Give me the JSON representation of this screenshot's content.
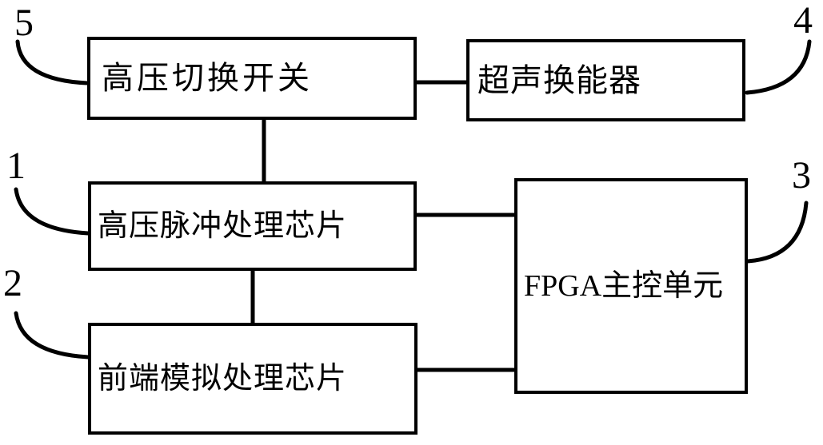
{
  "diagram": {
    "colors": {
      "line": "#000000",
      "background": "#ffffff",
      "text": "#000000"
    },
    "blocks": [
      {
        "name": "high-voltage-switching-switch",
        "label": "高压切换开关",
        "ref": "5"
      },
      {
        "name": "ultrasonic-transducer",
        "label": "超声换能器",
        "ref": "4"
      },
      {
        "name": "high-voltage-pulse-processing-chip",
        "label": "高压脉冲处理芯片",
        "ref": "1"
      },
      {
        "name": "front-end-analog-processing-chip",
        "label": "前端模拟处理芯片",
        "ref": "2"
      },
      {
        "name": "fpga-master-control-unit",
        "label": "FPGA主控单元",
        "ref": "3"
      }
    ],
    "reference_numerals": [
      {
        "number": "5",
        "target": "高压切换开关"
      },
      {
        "number": "4",
        "target": "超声换能器"
      },
      {
        "number": "1",
        "target": "高压脉冲处理芯片"
      },
      {
        "number": "2",
        "target": "前端模拟处理芯片"
      },
      {
        "number": "3",
        "target": "FPGA主控单元"
      }
    ],
    "connections": [
      {
        "from": "高压切换开关",
        "to": "超声换能器"
      },
      {
        "from": "高压切换开关",
        "to": "高压脉冲处理芯片"
      },
      {
        "from": "高压脉冲处理芯片",
        "to": "FPGA主控单元"
      },
      {
        "from": "高压脉冲处理芯片",
        "to": "前端模拟处理芯片"
      },
      {
        "from": "前端模拟处理芯片",
        "to": "FPGA主控单元"
      }
    ]
  }
}
